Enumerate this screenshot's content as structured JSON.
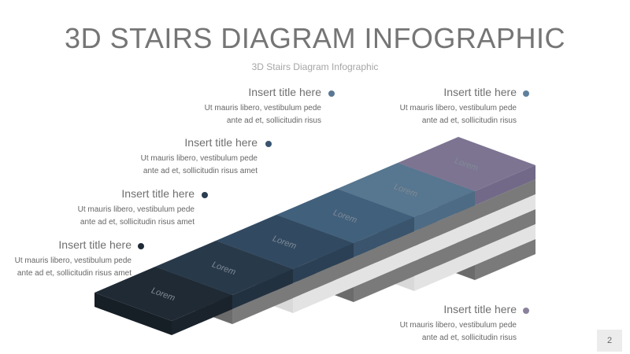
{
  "title": "3D STAIRS DIAGRAM INFOGRAPHIC",
  "subtitle": "3D Stairs Diagram Infographic",
  "page_number": "2",
  "callouts": [
    {
      "title": "Insert title here",
      "line1": "Ut mauris libero, vestibulum pede",
      "line2": "ante ad et, sollicitudin risus",
      "color": "#5a7893"
    },
    {
      "title": "Insert title here",
      "line1": "Ut mauris libero, vestibulum pede",
      "line2": "ante ad et, sollicitudin risus",
      "color": "#5f7f9c"
    },
    {
      "title": "Insert title here",
      "line1": "Ut mauris libero, vestibulum pede",
      "line2": "ante ad et, sollicitudin risus amet",
      "color": "#3a5470"
    },
    {
      "title": "Insert title here",
      "line1": "Ut mauris libero, vestibulum pede",
      "line2": "ante ad et, sollicitudin risus amet",
      "color": "#2b3d50"
    },
    {
      "title": "Insert title here",
      "line1": "Ut mauris libero, vestibulum pede",
      "line2": "ante ad et, sollicitudin risus amet",
      "color": "#1f2b36"
    },
    {
      "title": "Insert title here",
      "line1": "Ut mauris libero, vestibulum pede",
      "line2": "ante ad et, sollicitudin risus",
      "color": "#8a829c"
    }
  ],
  "steps": [
    {
      "label": "Lorem",
      "top": "#1f2a34",
      "front": "#161e26",
      "side": "#1a232c"
    },
    {
      "label": "Lorem",
      "top": "#28394a",
      "front": "#1d2a37",
      "side": "#223140"
    },
    {
      "label": "Lorem",
      "top": "#324a61",
      "front": "#243648",
      "side": "#2b4054"
    },
    {
      "label": "Lorem",
      "top": "#41607c",
      "front": "#30485d",
      "side": "#39546c"
    },
    {
      "label": "Lorem",
      "top": "#57768f",
      "front": "#44617a",
      "side": "#4d6b84"
    },
    {
      "label": "Lorem",
      "top": "#7d7492",
      "front": "#675f7c",
      "side": "#716987"
    }
  ]
}
